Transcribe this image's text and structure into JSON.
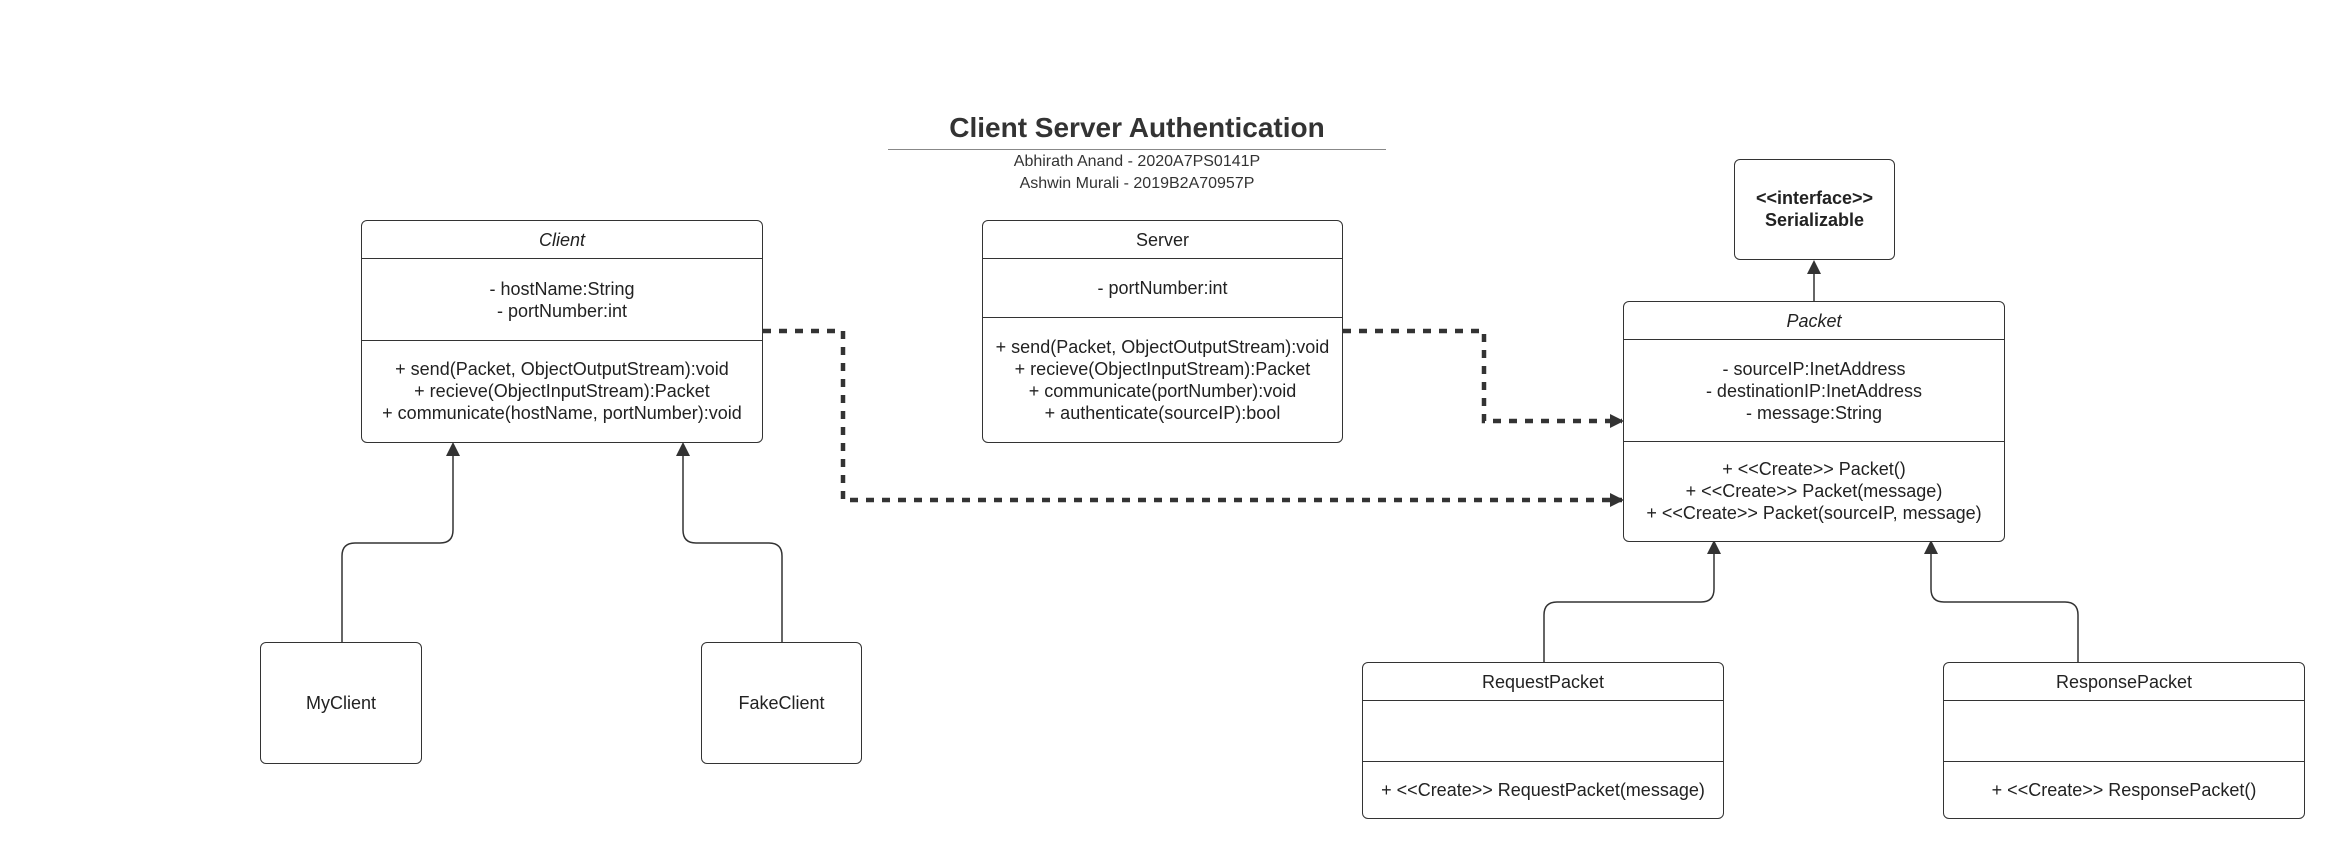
{
  "diagram": {
    "title": "Client Server Authentication",
    "authors": [
      "Abhirath Anand - 2020A7PS0141P",
      "Ashwin Murali - 2019B2A70957P"
    ],
    "classes": {
      "client": {
        "name": "Client",
        "attributes": [
          "- hostName:String",
          "- portNumber:int"
        ],
        "methods": [
          "+ send(Packet, ObjectOutputStream):void",
          "+ recieve(ObjectInputStream):Packet",
          "+ communicate(hostName, portNumber):void"
        ]
      },
      "server": {
        "name": "Server",
        "attributes": [
          "- portNumber:int"
        ],
        "methods": [
          "+ send(Packet, ObjectOutputStream):void",
          "+ recieve(ObjectInputStream):Packet",
          "+ communicate(portNumber):void",
          "+ authenticate(sourceIP):bool"
        ]
      },
      "serializable": {
        "stereotype": "<<interface>>",
        "name": "Serializable"
      },
      "packet": {
        "name": "Packet",
        "attributes": [
          "- sourceIP:InetAddress",
          "- destinationIP:InetAddress",
          "- message:String"
        ],
        "methods": [
          "+ <<Create>> Packet()",
          "+ <<Create>> Packet(message)",
          "+ <<Create>> Packet(sourceIP, message)"
        ]
      },
      "myclient": {
        "name": "MyClient"
      },
      "fakeclient": {
        "name": "FakeClient"
      },
      "requestpacket": {
        "name": "RequestPacket",
        "methods": [
          "+ <<Create>> RequestPacket(message)"
        ]
      },
      "responsepacket": {
        "name": "ResponsePacket",
        "methods": [
          "+ <<Create>> ResponsePacket()"
        ]
      }
    }
  }
}
